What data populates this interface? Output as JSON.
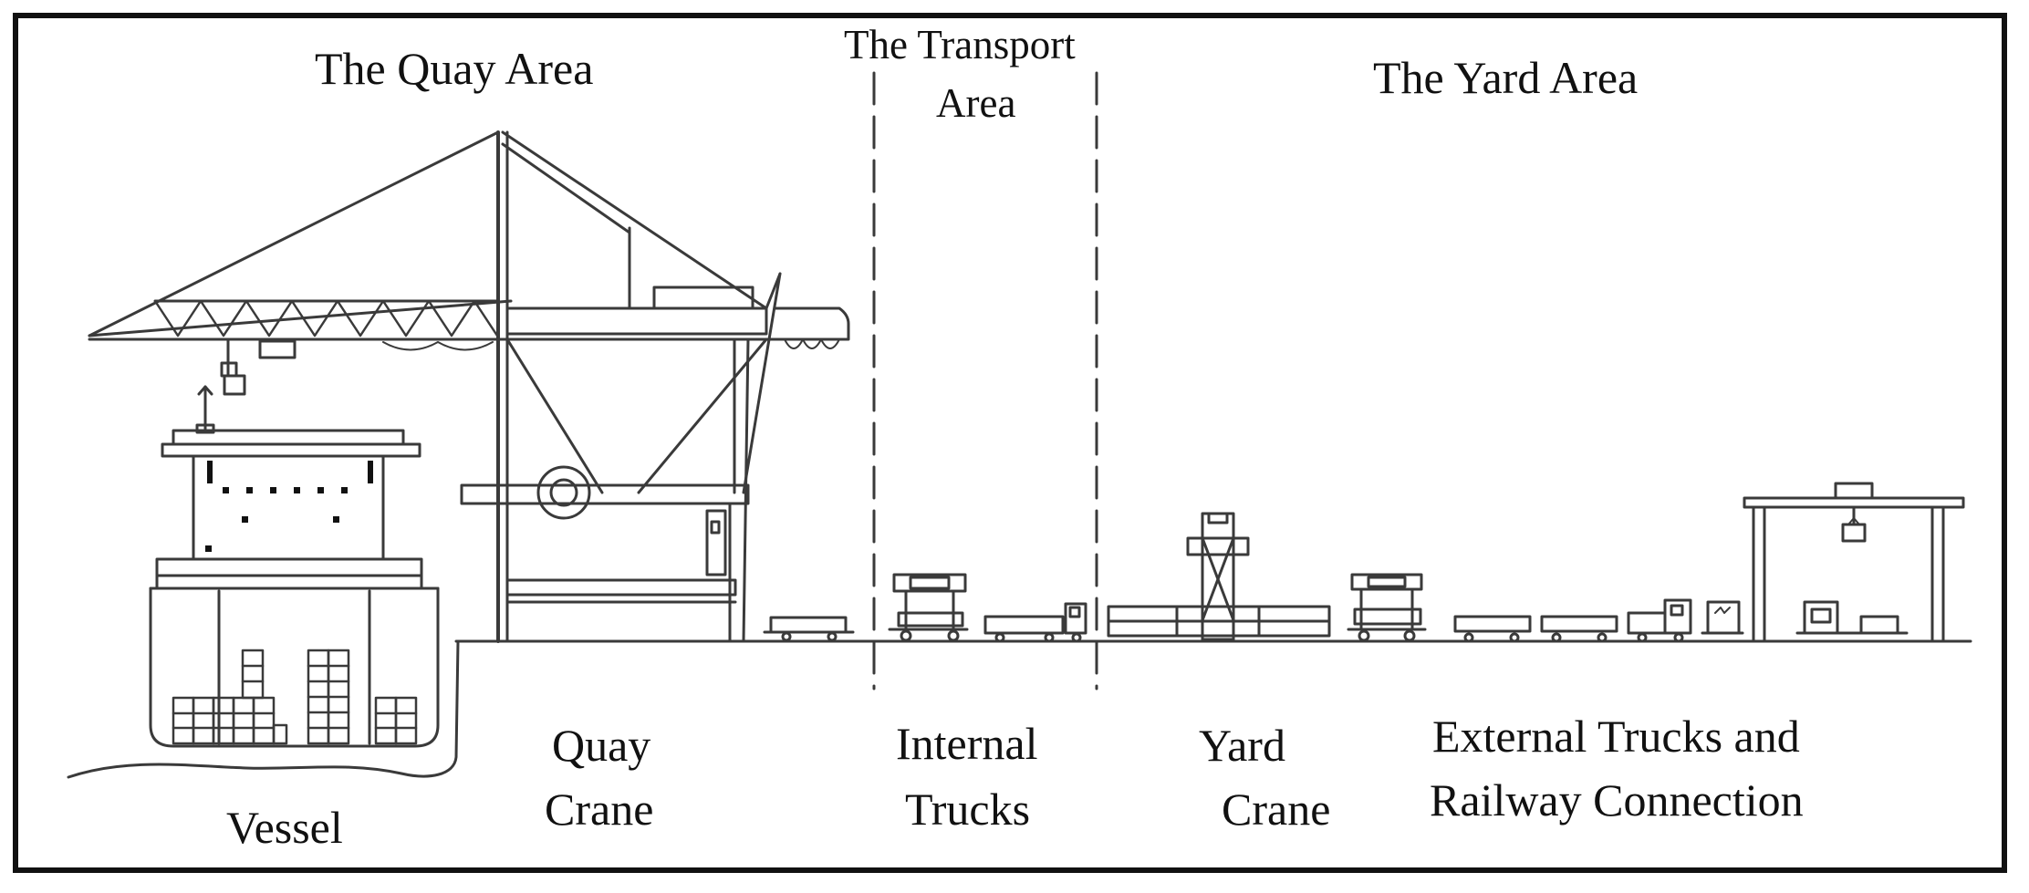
{
  "diagram": {
    "areas": {
      "quay": "The Quay Area",
      "transport_line1": "The Transport",
      "transport_line2": "Area",
      "yard": "The Yard Area"
    },
    "equipment": {
      "vessel": "Vessel",
      "quay_crane_line1": "Quay",
      "quay_crane_line2": "Crane",
      "internal_trucks_line1": "Internal",
      "internal_trucks_line2": "Trucks",
      "yard_crane_line1": "Yard",
      "yard_crane_line2": "Crane",
      "external_line1": "External Trucks and",
      "external_line2": "Railway Connection"
    },
    "colors": {
      "line": "#3a3a3a",
      "border": "#111111",
      "background": "#ffffff"
    }
  }
}
